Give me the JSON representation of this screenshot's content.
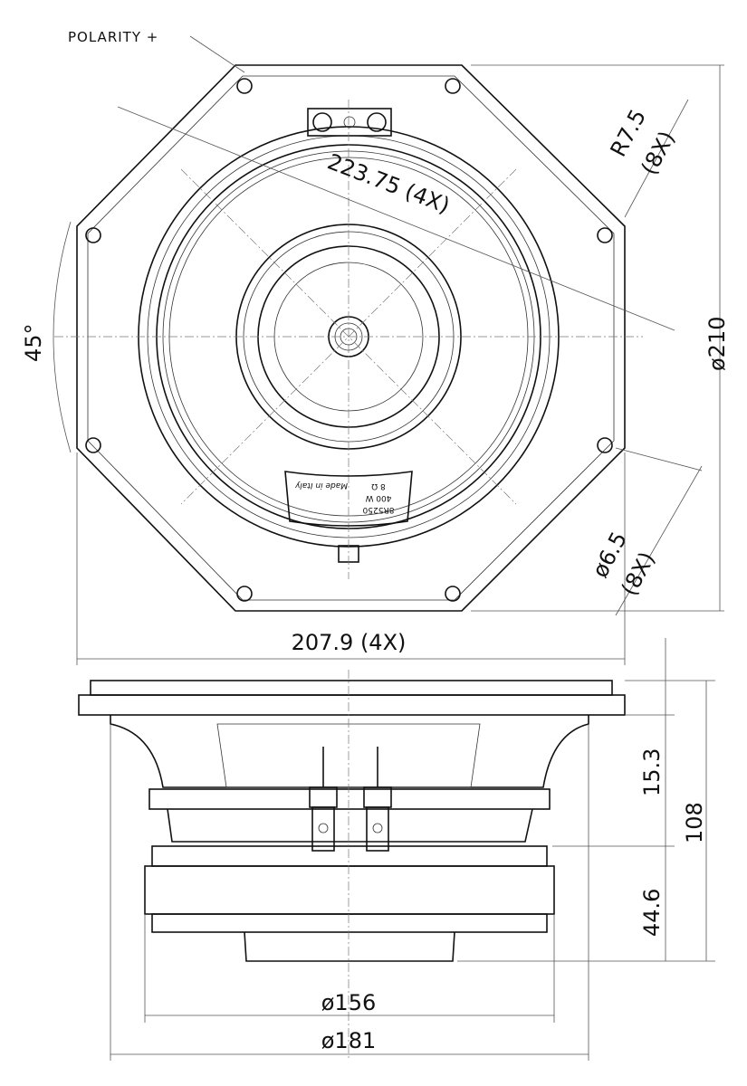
{
  "drawing": {
    "polarity_label": "POLARITY +",
    "dimensions": {
      "bolt_circle_diagonal": "223.75 (4X)",
      "corner_radius_1": "R7.5",
      "corner_radius_2": "(8X)",
      "overall_diameter": "ø210",
      "angle": "45°",
      "hole_diameter_1": "ø6.5",
      "hole_diameter_2": "(8X)",
      "flat_width": "207.9 (4X)",
      "flange_to_basket": "15.3",
      "total_depth": "108",
      "magnet_height": "44.6",
      "magnet_diameter": "ø156",
      "basket_diameter": "ø181"
    },
    "label": {
      "model": "8R5250",
      "power": "400 W",
      "impedance": "8 Ω",
      "origin": "Made in Italy"
    }
  }
}
